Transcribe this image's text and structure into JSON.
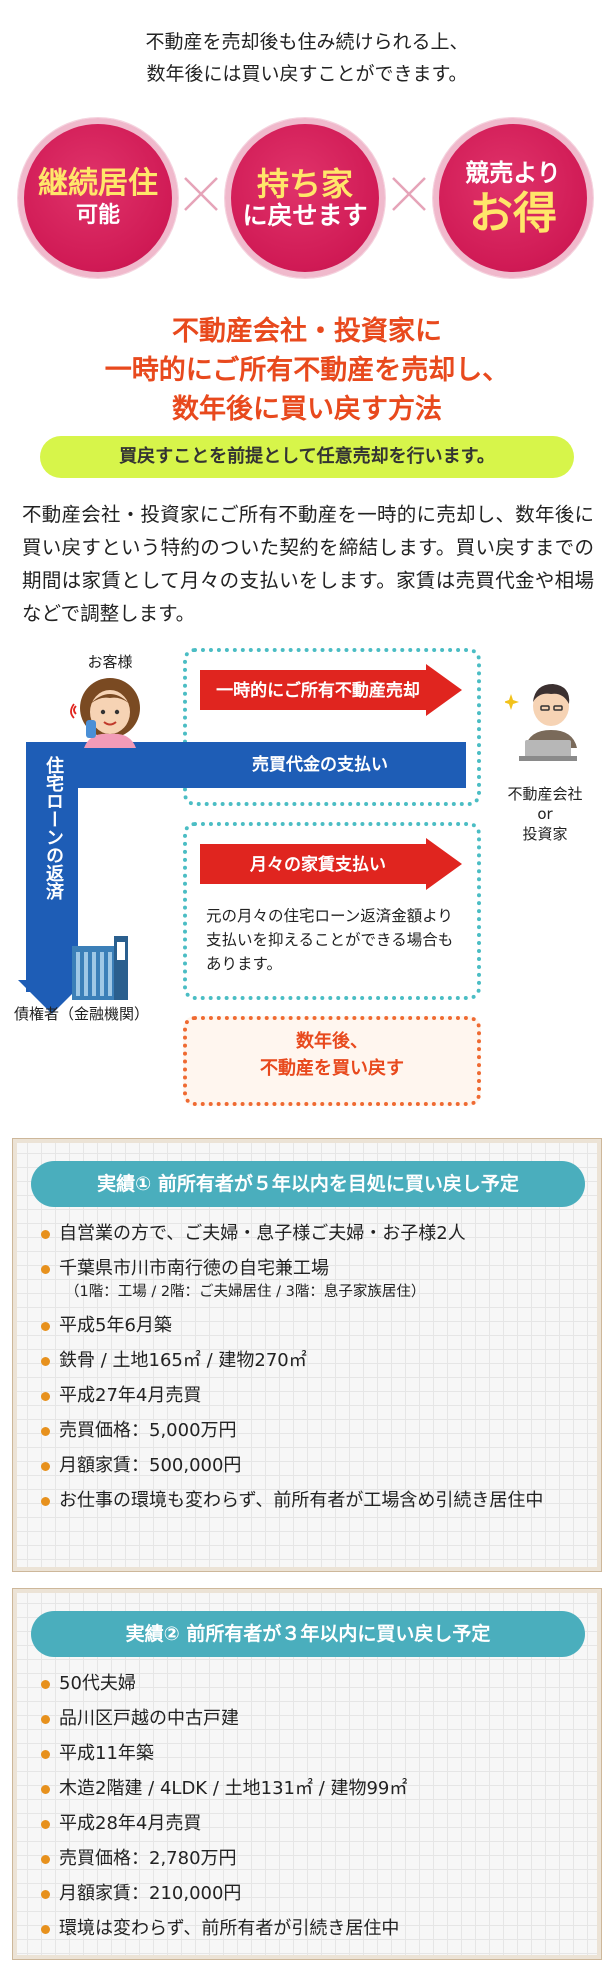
{
  "intro": {
    "line1": "不動産を売却後も住み続けられる上、",
    "line2": "数年後には買い戻すことができます。"
  },
  "circles": [
    {
      "line1": "継続居住",
      "line2": "可能"
    },
    {
      "line1": "持ち家",
      "line2": "に戻せます"
    },
    {
      "line1": "競売より",
      "line2": "お得"
    }
  ],
  "headline": {
    "line1": "不動産会社・投資家に",
    "line2": "一時的にご所有不動産を売却し、",
    "line3": "数年後に買い戻す方法"
  },
  "pill": "買戻すことを前提として任意売却を行います。",
  "description": "不動産会社・投資家にご所有不動産を一時的に売却し、数年後に買い戻すという特約のついた契約を締結します。買い戻すまでの期間は家賃として月々の支払いをします。家賃は売買代金や相場などで調整します。",
  "diagram": {
    "customer": "お客様",
    "sale_arrow": "一時的にご所有不動産売却",
    "payment_bar": "売買代金の支払い",
    "loan_repay": "住宅ローンの返済",
    "rent_arrow": "月々の家賃支払い",
    "rent_note": "元の月々の住宅ローン返済金額より支払いを抑えることができる場合もあります。",
    "creditor": "債権者（金融機関）",
    "company_line1": "不動産会社",
    "company_line2": "or",
    "company_line3": "投資家",
    "buyback_line1": "数年後、",
    "buyback_line2": "不動産を買い戻す"
  },
  "cases": [
    {
      "title": "実績① 前所有者が５年以内を目処に買い戻し予定",
      "items": [
        "自営業の方で、ご夫婦・息子様ご夫婦・お子様2人",
        "千葉県市川市南行徳の自宅兼工場",
        "平成5年6月築",
        "鉄骨 / 土地165㎡ / 建物270㎡",
        "平成27年4月売買",
        "売買価格：5,000万円",
        "月額家賃：500,000円",
        "お仕事の環境も変わらず、前所有者が工場含め引続き居住中"
      ],
      "note": "（1階：工場 / 2階：ご夫婦居住 / 3階：息子家族居住）"
    },
    {
      "title": "実績② 前所有者が３年以内に買い戻し予定",
      "items": [
        "50代夫婦",
        "品川区戸越の中古戸建",
        "平成11年築",
        "木造2階建 / 4LDK / 土地131㎡ / 建物99㎡",
        "平成28年4月売買",
        "売買価格：2,780万円",
        "月額家賃：210,000円",
        "環境は変わらず、前所有者が引続き居住中"
      ]
    }
  ],
  "colors": {
    "circle": "#d01a55",
    "headline": "#e8491d",
    "pill": "#d7f54a",
    "red_arrow": "#e0251f",
    "blue_bar": "#1e5db6",
    "teal_border": "#4bbdc4",
    "orange_border": "#ef6a32",
    "case_title": "#4aaebd",
    "bullet": "#e7911d"
  }
}
